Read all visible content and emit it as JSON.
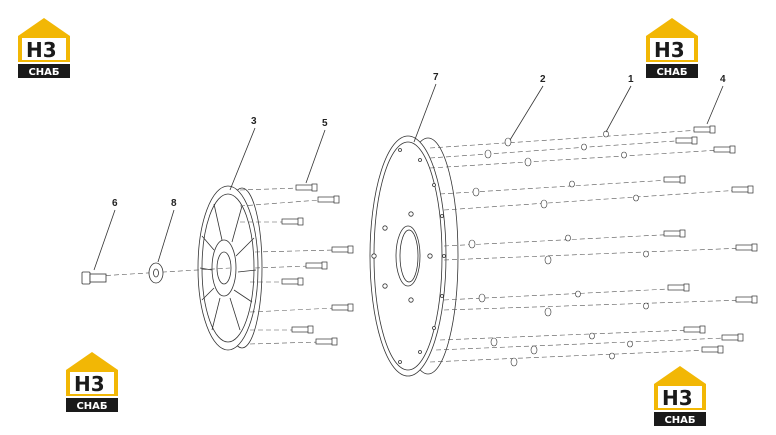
{
  "diagram": {
    "callouts": [
      {
        "id": "1",
        "label": "1"
      },
      {
        "id": "2",
        "label": "2"
      },
      {
        "id": "3",
        "label": "3"
      },
      {
        "id": "4",
        "label": "4"
      },
      {
        "id": "5",
        "label": "5"
      },
      {
        "id": "6",
        "label": "6"
      },
      {
        "id": "7",
        "label": "7"
      },
      {
        "id": "8",
        "label": "8"
      }
    ]
  },
  "logos": [
    {
      "id": "top-left",
      "big_text": "H3",
      "small_text": "СНАБ"
    },
    {
      "id": "top-right",
      "big_text": "H3",
      "small_text": "СНАБ"
    },
    {
      "id": "bottom-left",
      "big_text": "H3",
      "small_text": "СНАБ"
    },
    {
      "id": "bottom-right",
      "big_text": "H3",
      "small_text": "СНАБ"
    }
  ],
  "colors": {
    "logo_yellow": "#f2b705",
    "logo_dark": "#1a1a1a",
    "line": "#333333"
  }
}
